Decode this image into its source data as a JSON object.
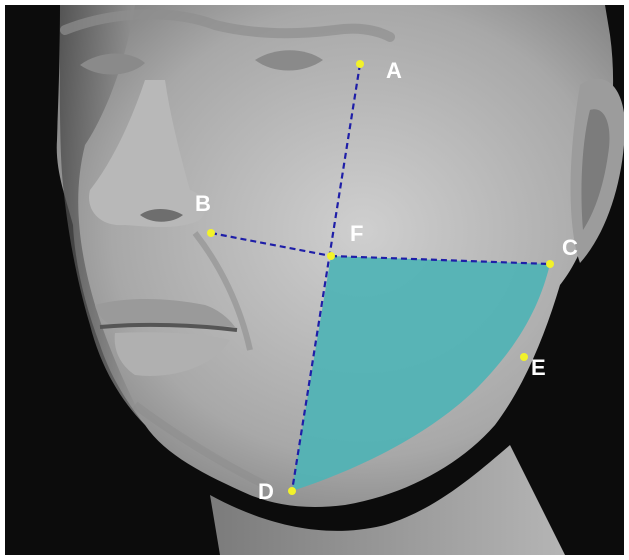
{
  "figure": {
    "labels": {
      "A": "A",
      "B": "B",
      "C": "C",
      "D": "D",
      "E": "E",
      "F": "F"
    },
    "colors": {
      "background": "#0c0c0c",
      "face_light": "#c9c9c9",
      "face_mid": "#a3a3a3",
      "face_dark": "#5c5c5c",
      "region_fill": "#4fb3b5",
      "guide_line": "#1e1ea8",
      "point_marker": "#f2f22a",
      "label_text": "#ffffff"
    },
    "icons": {
      "subject": "face-3d-model-icon"
    }
  }
}
